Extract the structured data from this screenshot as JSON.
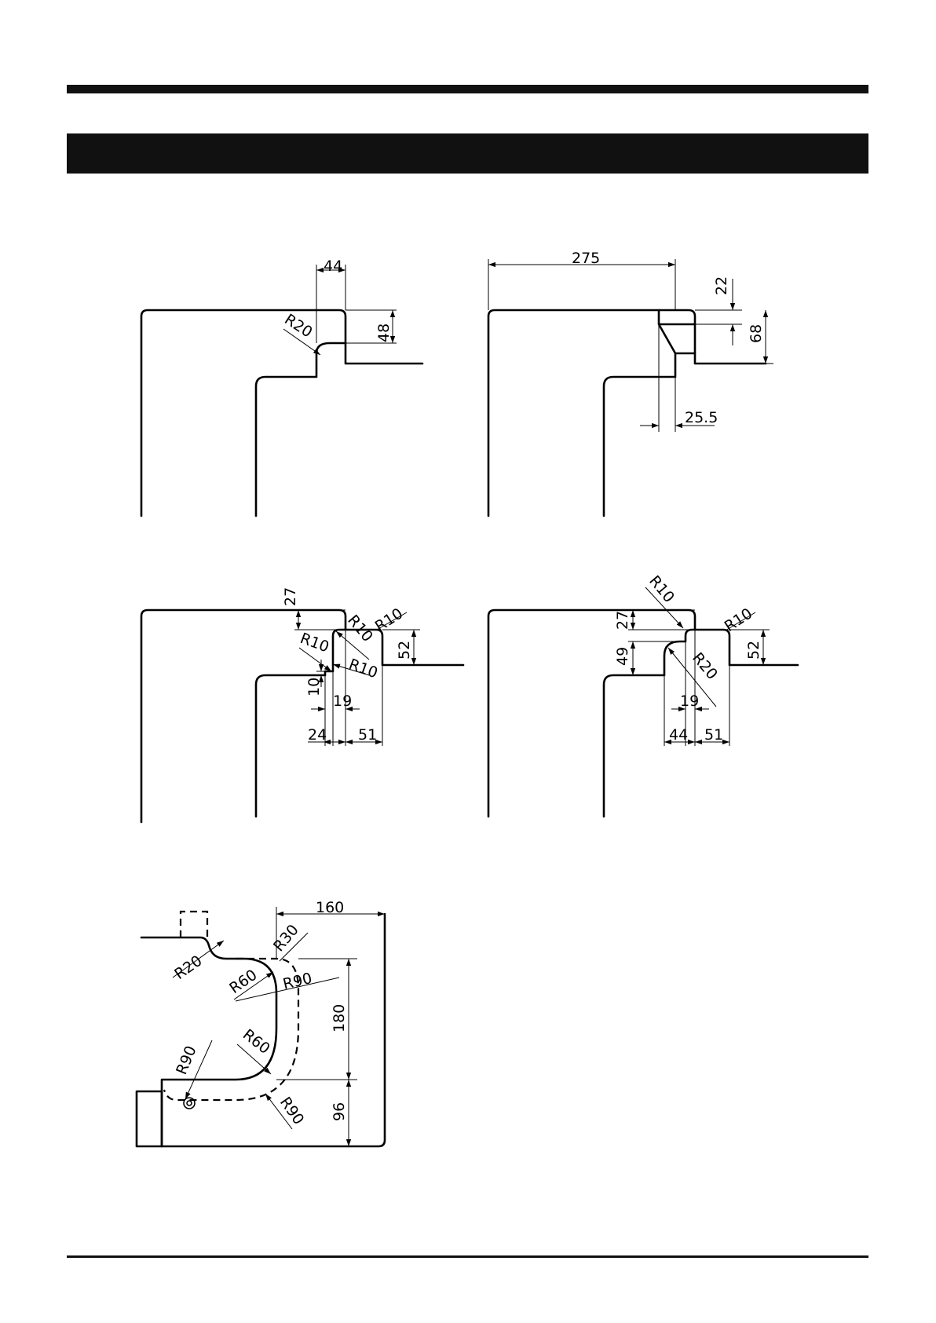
{
  "header": {
    "title": ""
  },
  "diagram_1": {
    "width": "44",
    "height": "48",
    "radius": "R20"
  },
  "diagram_2": {
    "length": "275",
    "small_height": "22",
    "height": "68",
    "offset": "25.5"
  },
  "diagram_3": {
    "top_depth": "27",
    "height": "52",
    "radius_top": "R10",
    "radius_inner_a": "R10",
    "radius_inner_b": "R10",
    "radius_left": "R10",
    "step": "10",
    "gap": "19",
    "left_width": "24",
    "right_width": "51"
  },
  "diagram_4": {
    "radius_top_left": "R10",
    "radius_top_right": "R10",
    "top_depth": "27",
    "height": "52",
    "step_height": "49",
    "radius_inner": "R20",
    "gap": "19",
    "left_width": "44",
    "right_width": "51"
  },
  "diagram_5": {
    "width": "160",
    "radius_r30": "R30",
    "radius_r20": "R20",
    "radius_r60_upper": "R60",
    "radius_r90_upper": "R90",
    "height_upper": "180",
    "radius_r60_lower": "R60",
    "radius_r90_left": "R90",
    "radius_r90_lower": "R90",
    "height_lower": "96"
  }
}
